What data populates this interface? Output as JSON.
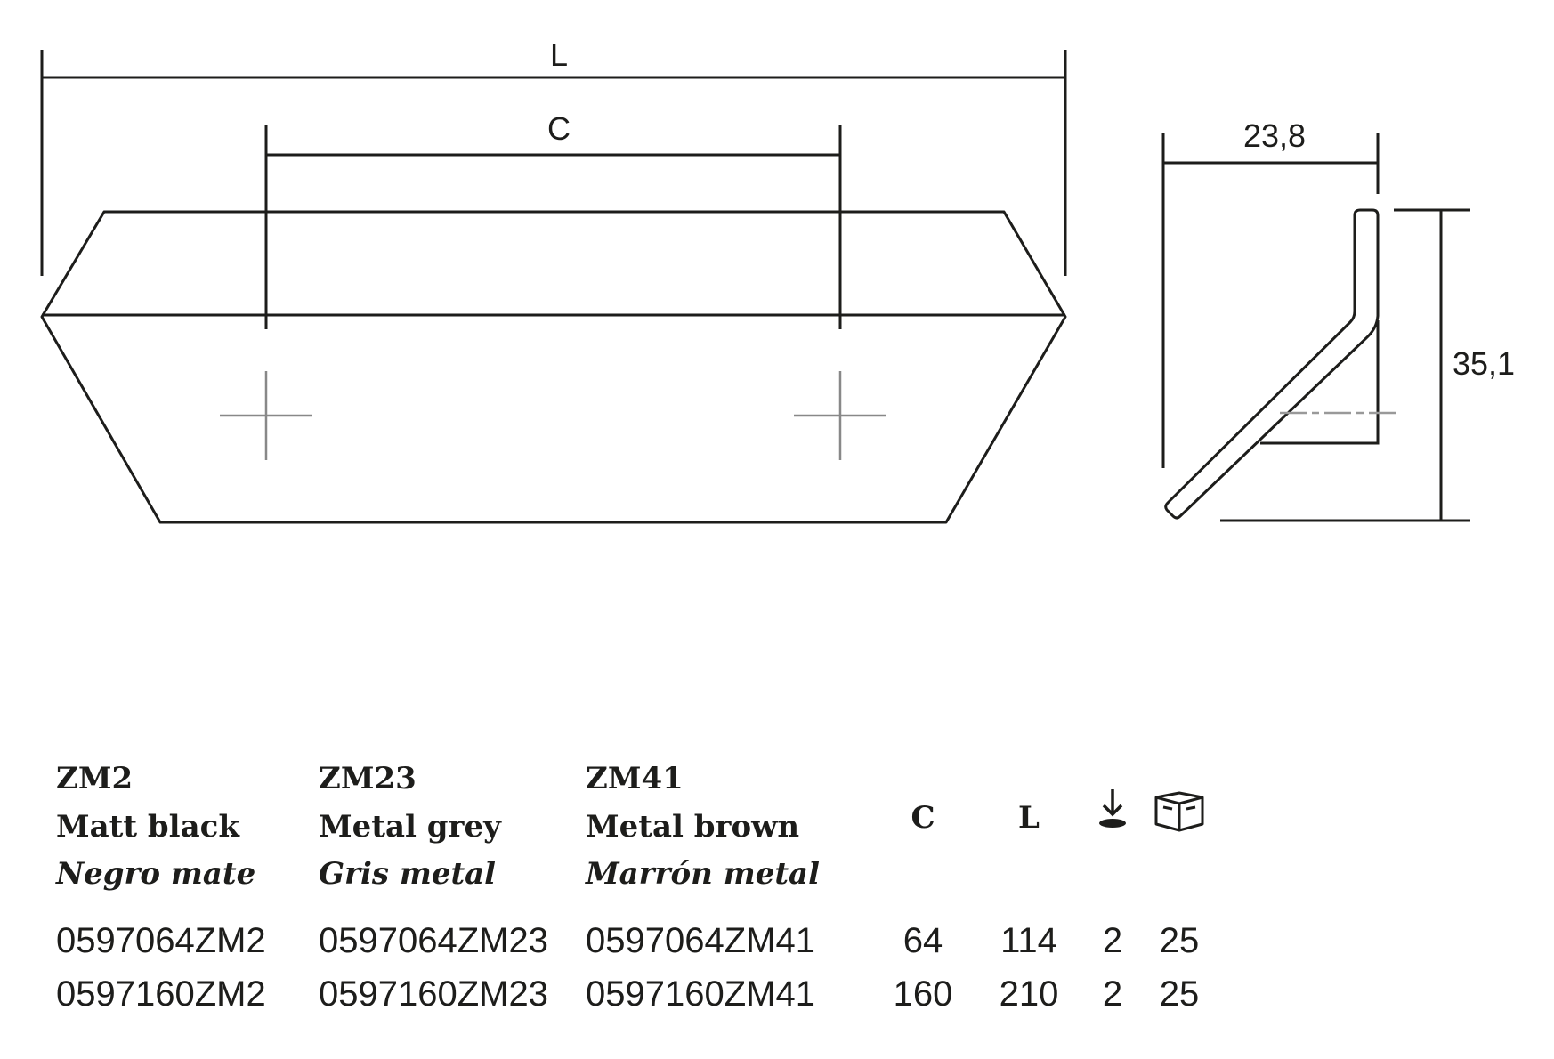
{
  "drawing": {
    "front_view": {
      "length_label": "L",
      "center_label": "C"
    },
    "side_view": {
      "width_label": "23,8",
      "height_label": "35,1"
    }
  },
  "table": {
    "finishes": [
      {
        "code": "ZM2",
        "name_en": "Matt black",
        "name_es": "Negro mate"
      },
      {
        "code": "ZM23",
        "name_en": "Metal grey",
        "name_es": "Gris metal"
      },
      {
        "code": "ZM41",
        "name_en": "Metal brown",
        "name_es": "Marrón metal"
      }
    ],
    "headers": {
      "c": "C",
      "l": "L",
      "screws_icon": "download-tray-icon",
      "box_icon": "box-icon"
    },
    "rows": [
      {
        "refs": [
          "0597064ZM2",
          "0597064ZM23",
          "0597064ZM41"
        ],
        "c": "64",
        "l": "114",
        "screws": "2",
        "box": "25"
      },
      {
        "refs": [
          "0597160ZM2",
          "0597160ZM23",
          "0597160ZM41"
        ],
        "c": "160",
        "l": "210",
        "screws": "2",
        "box": "25"
      }
    ]
  }
}
